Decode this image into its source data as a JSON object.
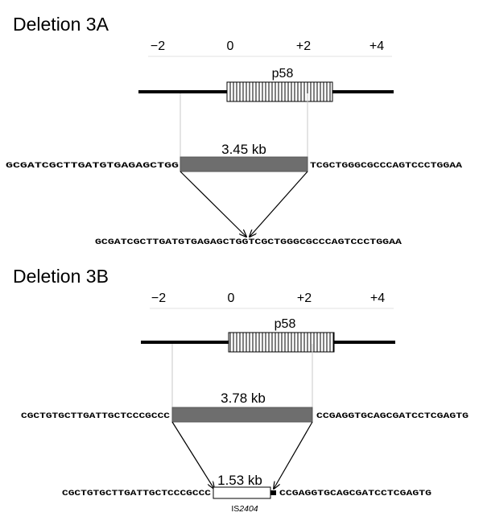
{
  "panel_a": {
    "title": "Deletion 3A",
    "ticks": [
      "−2",
      "0",
      "+2",
      "+4"
    ],
    "gene": "p58",
    "deletion_size": "3.45 kb",
    "left_flank": "GCGATCGCTTGATGTGAGAGCTGG",
    "right_flank": "TCGCTGGGCGCCCAGTCCCTGGAA",
    "junction": "GCGATCGCTTGATGTGAGAGCTGGTCGCTGGGCGCCCAGTCCCTGGAA"
  },
  "panel_b": {
    "title": "Deletion 3B",
    "ticks": [
      "−2",
      "0",
      "+2",
      "+4"
    ],
    "gene": "p58",
    "deletion_size": "3.78 kb",
    "left_flank": "CGCTGTGCTTGATTGCTCCCGCCC",
    "right_flank": "CCGAGGTGCAGCGATCCTCGAGTG",
    "insert_size": "1.53 kb",
    "insert_name_prefix": "IS",
    "insert_name_number": "2404",
    "junction_left": "CGCTGTGCTTGATTGCTCCCGCCC",
    "junction_right": "CCGAGGTGCAGCGATCCTCGAGTG"
  },
  "colors": {
    "deleted_region": "#6e6e6e",
    "line": "#000000",
    "guide": "#c8c8c8"
  }
}
